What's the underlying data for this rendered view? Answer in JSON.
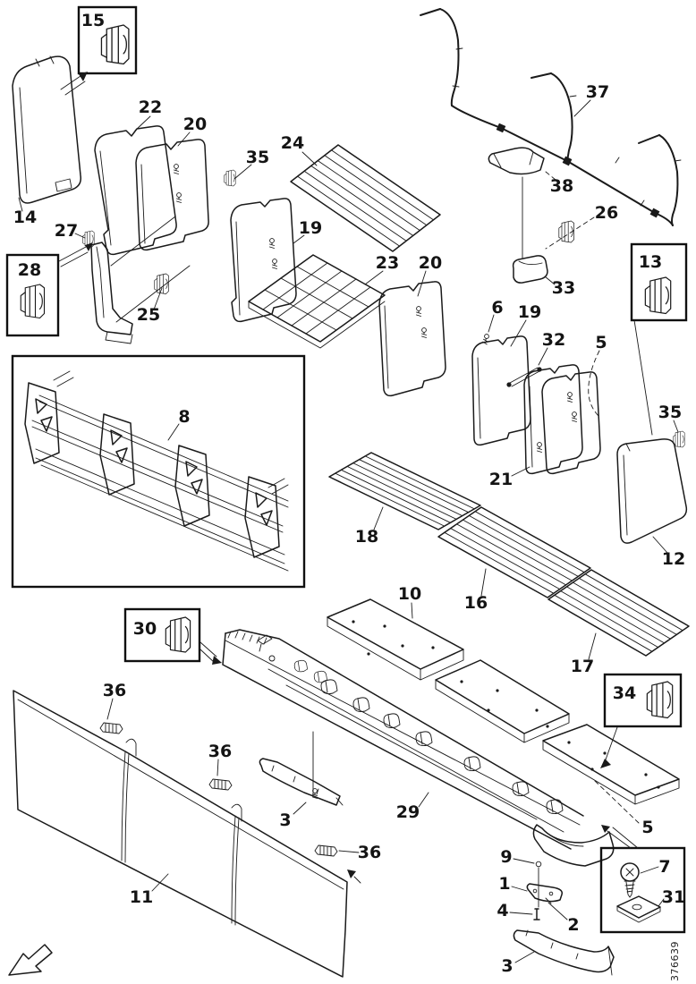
{
  "figure": {
    "type": "exploded-parts-diagram",
    "drawing_number": "376639"
  },
  "colors": {
    "ink": "#1a1a1a",
    "paper": "#ffffff"
  },
  "callouts": {
    "c1": "1",
    "c2": "2",
    "c3a": "3",
    "c3b": "3",
    "c4": "4",
    "c5a": "5",
    "c5b": "5",
    "c6": "6",
    "c7": "7",
    "c8": "8",
    "c9": "9",
    "c10": "10",
    "c11": "11",
    "c12": "12",
    "c13": "13",
    "c14": "14",
    "c15": "15",
    "c16": "16",
    "c17": "17",
    "c18": "18",
    "c19a": "19",
    "c19b": "19",
    "c20a": "20",
    "c20b": "20",
    "c21": "21",
    "c22": "22",
    "c23": "23",
    "c24": "24",
    "c25": "25",
    "c26": "26",
    "c27": "27",
    "c28": "28",
    "c29": "29",
    "c30": "30",
    "c31": "31",
    "c32": "32",
    "c33": "33",
    "c34": "34",
    "c35a": "35",
    "c35b": "35",
    "c36a": "36",
    "c36b": "36",
    "c36c": "36",
    "c37": "37",
    "c38": "38"
  }
}
